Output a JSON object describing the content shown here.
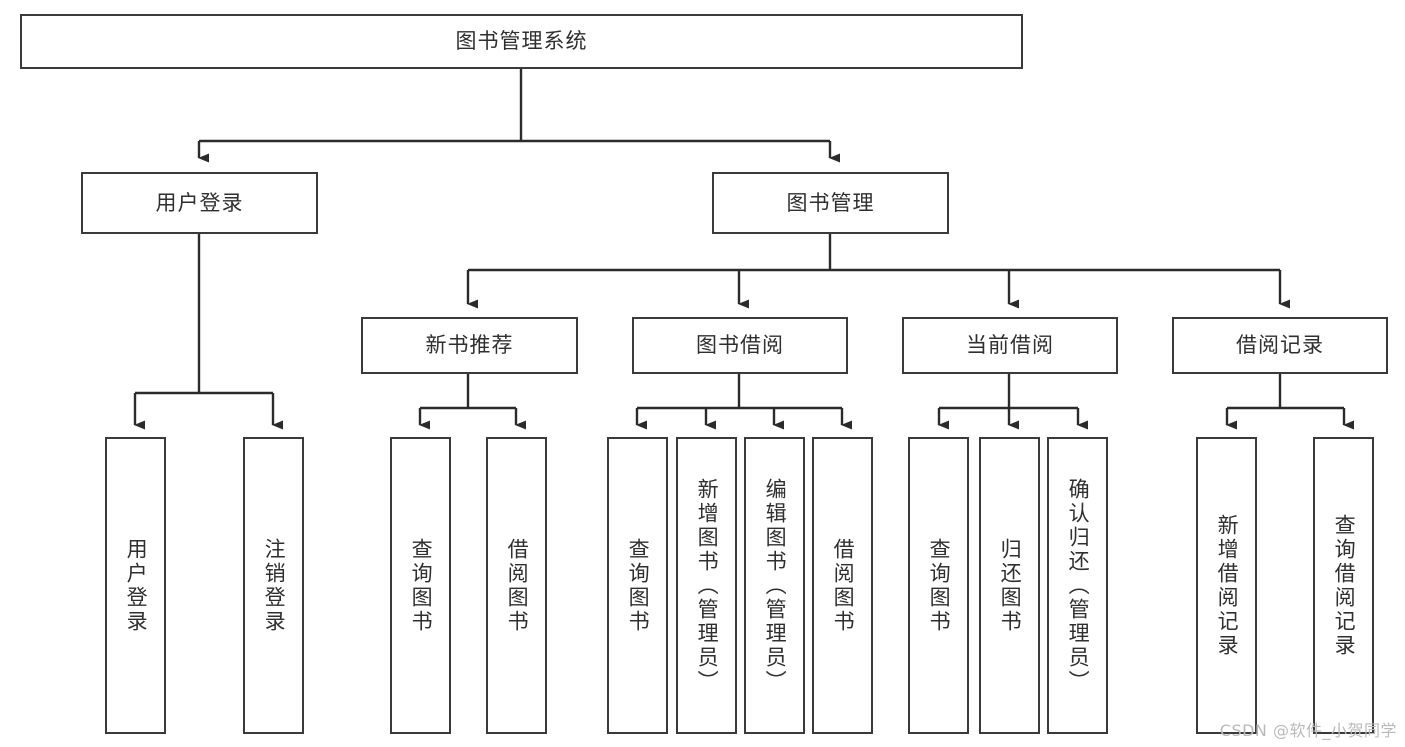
{
  "diagram": {
    "type": "tree",
    "title": "图书管理系统",
    "root": {
      "id": "root",
      "label": "图书管理系统"
    },
    "level2": [
      {
        "id": "user-login",
        "label": "用户登录"
      },
      {
        "id": "book-management",
        "label": "图书管理"
      }
    ],
    "level3": [
      {
        "id": "new-book-recommend",
        "label": "新书推荐",
        "parent": "book-management"
      },
      {
        "id": "book-borrow",
        "label": "图书借阅",
        "parent": "book-management"
      },
      {
        "id": "current-borrow",
        "label": "当前借阅",
        "parent": "book-management"
      },
      {
        "id": "borrow-record",
        "label": "借阅记录",
        "parent": "book-management"
      }
    ],
    "leaves": [
      {
        "id": "leaf-user-login",
        "label": "用户登录",
        "parent": "user-login"
      },
      {
        "id": "leaf-logout-login",
        "label": "注销登录",
        "parent": "user-login"
      },
      {
        "id": "leaf-query-book-1",
        "label": "查询图书",
        "parent": "new-book-recommend"
      },
      {
        "id": "leaf-borrow-book-1",
        "label": "借阅图书",
        "parent": "new-book-recommend"
      },
      {
        "id": "leaf-query-book-2",
        "label": "查询图书",
        "parent": "book-borrow"
      },
      {
        "id": "leaf-add-book",
        "label": "新增图书（管理员）",
        "parent": "book-borrow"
      },
      {
        "id": "leaf-edit-book",
        "label": "编辑图书（管理员）",
        "parent": "book-borrow"
      },
      {
        "id": "leaf-borrow-book-2",
        "label": "借阅图书",
        "parent": "book-borrow"
      },
      {
        "id": "leaf-query-book-3",
        "label": "查询图书",
        "parent": "current-borrow"
      },
      {
        "id": "leaf-return-book",
        "label": "归还图书",
        "parent": "current-borrow"
      },
      {
        "id": "leaf-confirm-return",
        "label": "确认归还（管理员）",
        "parent": "current-borrow"
      },
      {
        "id": "leaf-add-record",
        "label": "新增借阅记录",
        "parent": "borrow-record"
      },
      {
        "id": "leaf-query-record",
        "label": "查询借阅记录",
        "parent": "borrow-record"
      }
    ],
    "colors": {
      "border": "#3a3a3a",
      "connector": "#2b2b2b",
      "background": "#ffffff",
      "text": "#2f2f2f",
      "watermark": "#b9b9b9"
    }
  },
  "watermark": {
    "text": "CSDN @软件_小贺同学"
  }
}
